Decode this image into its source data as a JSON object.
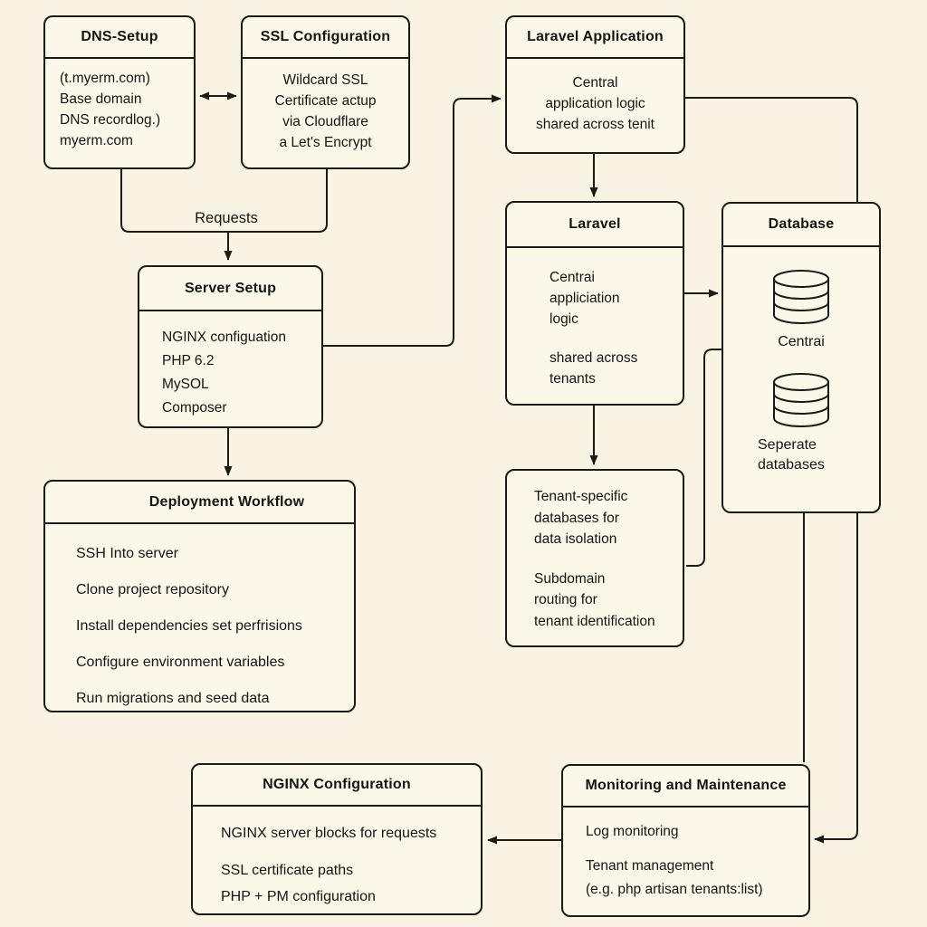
{
  "diagram": {
    "bg_color": "#f8f3e2",
    "box_fill": "#fbf7e9",
    "line_color": "#1b1b14"
  },
  "connector_label": {
    "requests": "Requests"
  },
  "boxes": [
    {
      "id": "dns-setup",
      "title": "DNS-Setup",
      "lines": [
        "(t.myerm.com)",
        "Base domain",
        "DNS recordlog.)",
        "myerm.com"
      ]
    },
    {
      "id": "ssl-configuration",
      "title": "SSL Configuration",
      "lines": [
        "Wildcard SSL",
        "Certificate actup",
        "via Cloudflare",
        "a Let's Encrypt"
      ]
    },
    {
      "id": "laravel-application",
      "title": "Laravel Application",
      "lines": [
        "Central",
        "application logic",
        "shared across tenit"
      ]
    },
    {
      "id": "server-setup",
      "title": "Server Setup",
      "lines": [
        "NGINX configuation",
        "PHP 6.2",
        "MySOL",
        "Composer"
      ]
    },
    {
      "id": "laravel",
      "title": "Laravel",
      "lines": [
        "Centrai",
        "appliciation",
        "logic",
        "shared across",
        "tenants"
      ]
    },
    {
      "id": "database",
      "title": "Database",
      "db_labels": {
        "central": "Centrai",
        "separate": "Seperate databases"
      }
    },
    {
      "id": "deployment-workflow",
      "title": "Deployment Workflow",
      "lines": [
        "SSH Into server",
        "Clone project repository",
        "Install dependencies set perfrisions",
        "Configure environment variables",
        "Run migrations and seed data"
      ]
    },
    {
      "id": "tenant-specific",
      "title": "",
      "lines": [
        "Tenant-specific",
        "databases for",
        "data isolation",
        "Subdomain",
        "routing for",
        "tenant identification"
      ]
    },
    {
      "id": "nginx-configuration",
      "title": "NGINX Configuration",
      "lines": [
        "NGINX server blocks for requests",
        "SSL certificate paths",
        "PHP + PM configuration"
      ]
    },
    {
      "id": "monitoring-and-maintenance",
      "title": "Monitoring and Maintenance",
      "lines": [
        "Log monitoring",
        "Tenant management",
        "(e.g. php artisan tenants:list)"
      ]
    }
  ]
}
